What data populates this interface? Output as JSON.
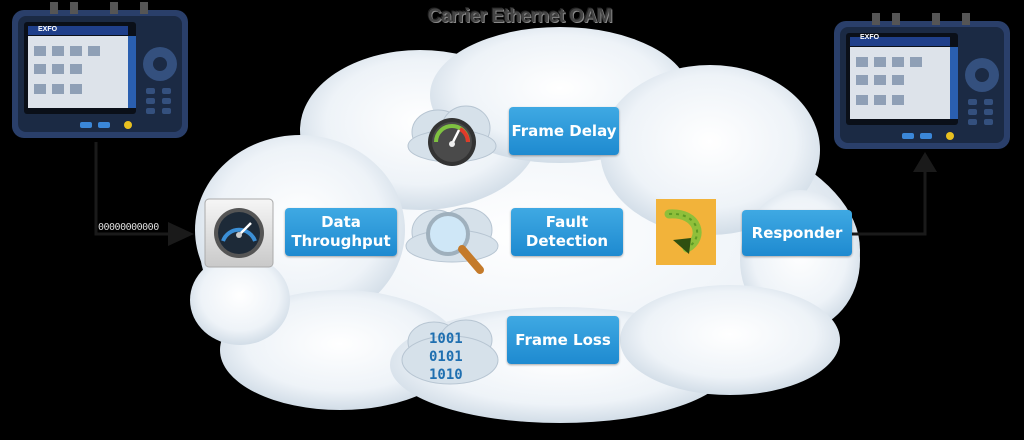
{
  "title": "Carrier Ethernet OAM",
  "devices": {
    "left_brand": "EXFO",
    "right_brand": "EXFO"
  },
  "bitstream": "00000000000",
  "labels": {
    "frame_delay": "Frame Delay",
    "data_throughput": "Data Throughput",
    "fault_detection": "Fault Detection",
    "responder": "Responder",
    "frame_loss": "Frame Loss"
  },
  "binary_lines": [
    "1001",
    "0101",
    "1010"
  ],
  "icons": {
    "frame_delay": "speedometer-cloud-icon",
    "data_throughput": "speedometer-icon",
    "fault_detection": "magnifier-cloud-icon",
    "responder": "return-arrow-icon",
    "frame_loss": "binary-cloud-icon"
  },
  "colors": {
    "label_blue": "#2b9adb",
    "cloud": "#e6eef5",
    "responder_orange": "#f2b33a"
  }
}
